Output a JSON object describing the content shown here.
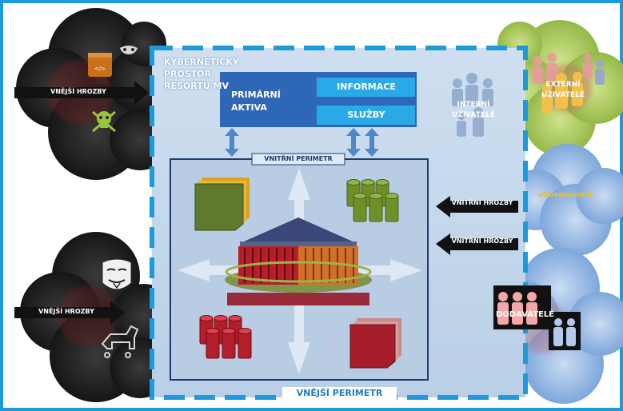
{
  "labels": {
    "cyber_space": "KYBERNETICKÝ PROSTOR RESORTU MV",
    "primary_assets": "PRIMÁRNÍ AKTIVA",
    "information": "INFORMACE",
    "services": "SLUŽBY",
    "inner_perimeter": "VNITŘNÍ PERIMETR",
    "outer_perimeter": "VNĚJŠÍ PERIMETR",
    "external_threats_top": "VNĚJŠÍ HROZBY",
    "external_threats_bottom": "VNĚJŠÍ HROZBY",
    "internal_threats_1": "VNITŘNÍ HROZBY",
    "internal_threats_2": "VNITŘNÍ HROZBY",
    "internal_users": "INTERNÍ UŽIVATELÉ",
    "external_users": "EXTERNÍ UŽIVATELÉ",
    "egovernment": "eGovernment",
    "suppliers": "DODAVATELÉ"
  },
  "icons": {
    "ext_top_1": "virus-window-icon",
    "ext_top_2": "mask-icon",
    "ext_top_3": "skull-crossbones-icon",
    "ext_bottom_1": "anonymous-mask-icon",
    "ext_bottom_2": "trojan-horse-icon",
    "center": "government-building-icon",
    "docs_tl": "document-stack-icon",
    "db_tr": "database-cluster-icon",
    "db_bl": "database-cluster-icon",
    "docs_br": "document-stack-icon",
    "internal_users": "people-group-icon",
    "external_users": "people-group-icon",
    "suppliers": "people-group-icon"
  },
  "colors": {
    "outer_border": "#1b9bdc",
    "panel": "#c3d6ea",
    "primary_box": "#2e66b8",
    "bar": "#2aa9e8",
    "cloud_dark": "#1c1c1c",
    "cloud_green": "#a8c850",
    "cloud_blue": "#8fb4e2",
    "threat_arrow": "#111111"
  }
}
